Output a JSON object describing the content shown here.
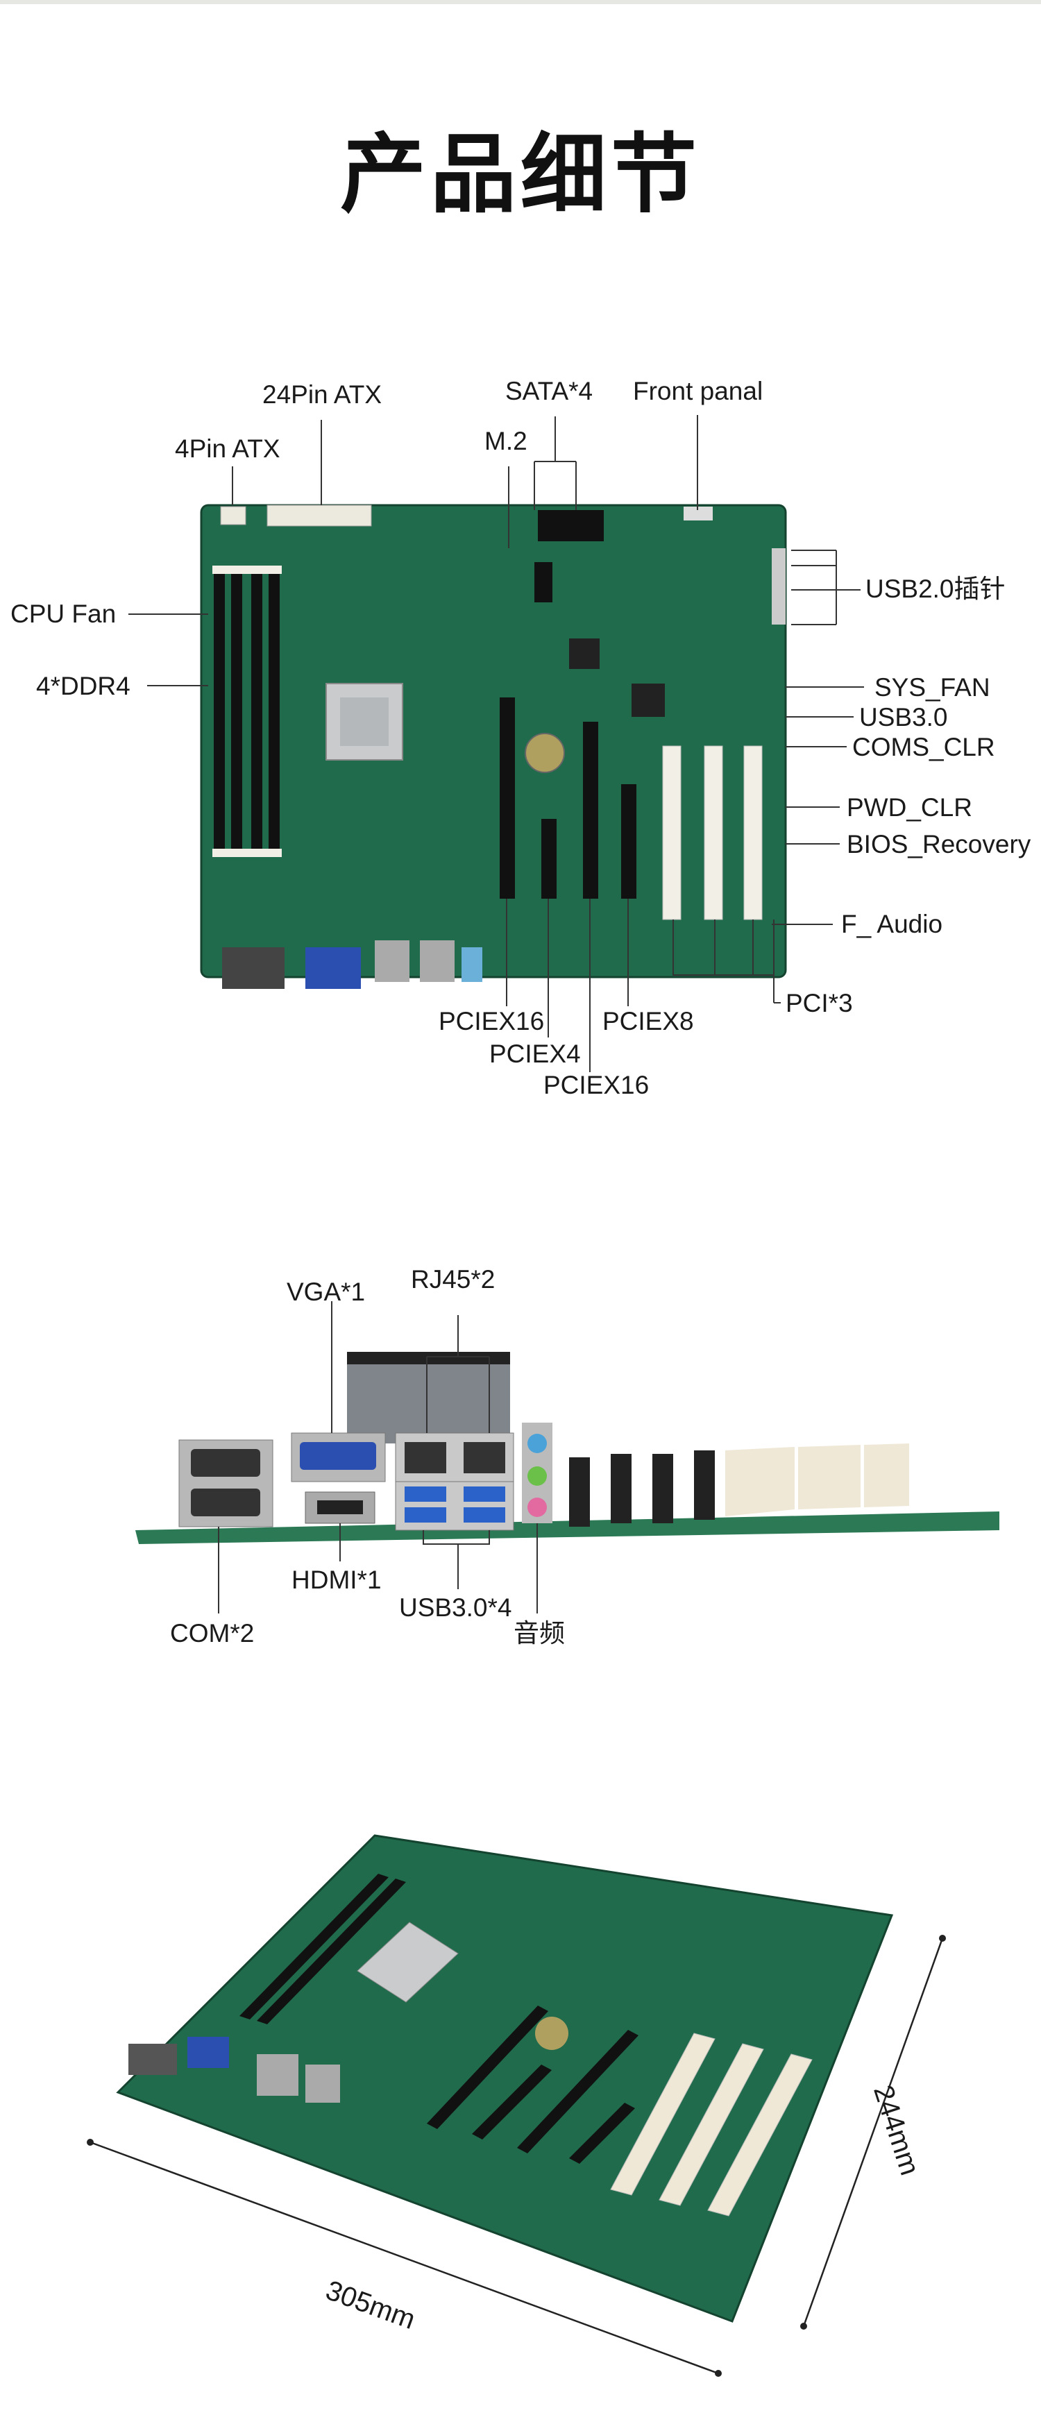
{
  "page_title": "产品细节",
  "board_top_view": {
    "labels": {
      "pin24_atx": "24Pin ATX",
      "pin4_atx": "4Pin ATX",
      "m2": "M.2",
      "sata": "SATA*4",
      "front_panel": "Front panal",
      "cpu_fan": "CPU Fan",
      "ddr4": "4*DDR4",
      "usb20": "USB2.0插针",
      "sys_fan": "SYS_FAN",
      "usb30": "USB3.0",
      "coms_clr": "COMS_CLR",
      "pwd_clr": "PWD_CLR",
      "bios_recovery": "BIOS_Recovery",
      "f_audio": "F_ Audio",
      "pci": "PCI*3",
      "pciex16_a": "PCIEX16",
      "pciex4": "PCIEX4",
      "pciex16_b": "PCIEX16",
      "pciex8": "PCIEX8"
    }
  },
  "io_view": {
    "labels": {
      "vga": "VGA*1",
      "rj45": "RJ45*2",
      "hdmi": "HDMI*1",
      "usb30": "USB3.0*4",
      "com": "COM*2",
      "audio": "音频"
    }
  },
  "dimension_view": {
    "labels": {
      "width": "305mm",
      "height": "244mm"
    }
  },
  "colors": {
    "pcb": "#1f6b4c",
    "pcb_dark": "#15513a",
    "slot_black": "#1b1b1b",
    "slot_white": "#f2efe6",
    "line": "#333333"
  }
}
